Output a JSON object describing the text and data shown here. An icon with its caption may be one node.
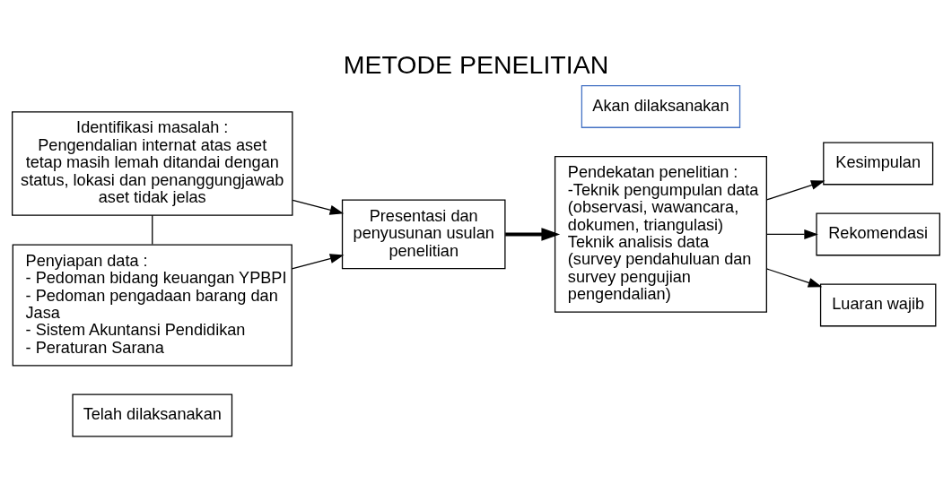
{
  "diagram": {
    "title": "METODE PENELITIAN",
    "nodes": [
      {
        "text": [
          "Identifikasi masalah :",
          "Pengendalian internat atas aset tetap masih lemah ditandai dengan status, lokasi dan penanggungjawab aset tidak jelas"
        ]
      },
      {
        "text": [
          "Penyiapan data :",
          "- Pedoman bidang keuangan YPBPI",
          "- Pedoman pengadaan barang dan Jasa",
          "- Sistem Akuntansi Pendidikan",
          "- Peraturan Sarana"
        ]
      },
      {
        "text": [
          "Presentasi dan penyusunan usulan penelitian"
        ]
      },
      {
        "text": [
          "Pendekatan penelitian :",
          "-Teknik pengumpulan data (observasi, wawancara, dokumen, triangulasi)",
          "Teknik analisis data (survey pendahuluan dan survey pengujian pengendalian)"
        ]
      },
      {
        "text": [
          "Kesimpulan"
        ]
      },
      {
        "text": [
          "Rekomendasi"
        ]
      },
      {
        "text": [
          "Luaran wajib"
        ]
      },
      {
        "text": [
          "Telah dilaksanakan"
        ]
      },
      {
        "text": [
          "Akan dilaksanakan"
        ]
      }
    ],
    "edges": [
      {
        "from": 0,
        "to": 1,
        "arrow": "none"
      },
      {
        "from": 0,
        "to": 2,
        "arrow": "to"
      },
      {
        "from": 1,
        "to": 2,
        "arrow": "to"
      },
      {
        "from": 2,
        "to": 3,
        "arrow": "to",
        "style": "thick"
      },
      {
        "from": 3,
        "to": 4,
        "arrow": "to"
      },
      {
        "from": 3,
        "to": 5,
        "arrow": "to"
      },
      {
        "from": 3,
        "to": 6,
        "arrow": "to"
      }
    ]
  }
}
